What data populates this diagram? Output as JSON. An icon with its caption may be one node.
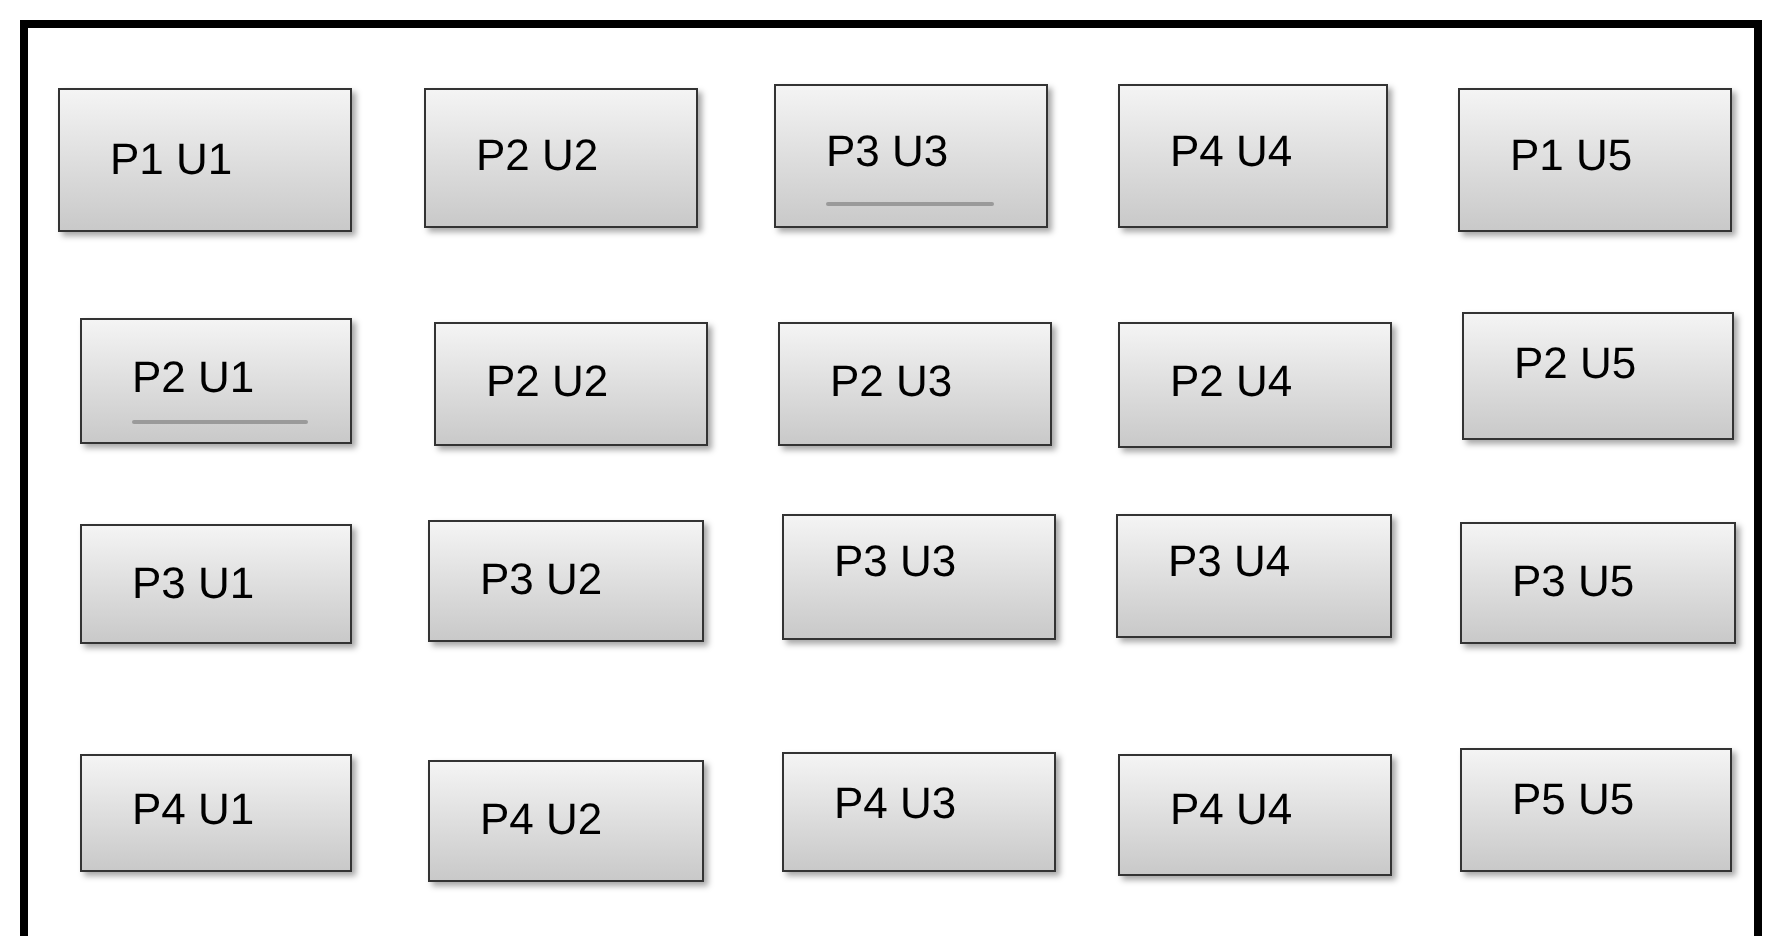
{
  "diagram": {
    "nodes": [
      {
        "text": [],
        "shape": "box"
      },
      {
        "text": [
          "P1 U1"
        ],
        "in": 0
      },
      {
        "text": [
          "P2 U2"
        ],
        "in": 0
      },
      {
        "text": [
          "P3 U3"
        ],
        "in": 0
      },
      {
        "text": [
          "P4 U4"
        ],
        "in": 0
      },
      {
        "text": [
          "P1 U5"
        ],
        "in": 0
      },
      {
        "text": [
          "P2 U1"
        ],
        "in": 0
      },
      {
        "text": [
          "P2 U2"
        ],
        "in": 0
      },
      {
        "text": [
          "P2 U3"
        ],
        "in": 0
      },
      {
        "text": [
          "P2 U4"
        ],
        "in": 0
      },
      {
        "text": [
          "P2 U5"
        ],
        "in": 0
      },
      {
        "text": [
          "P3 U1"
        ],
        "in": 0
      },
      {
        "text": [
          "P3 U2"
        ],
        "in": 0
      },
      {
        "text": [
          "P3 U3"
        ],
        "in": 0
      },
      {
        "text": [
          "P3 U4"
        ],
        "in": 0
      },
      {
        "text": [
          "P3 U5"
        ],
        "in": 0
      },
      {
        "text": [
          "P4 U1"
        ],
        "in": 0
      },
      {
        "text": [
          "P4 U2"
        ],
        "in": 0
      },
      {
        "text": [
          "P4 U3"
        ],
        "in": 0
      },
      {
        "text": [
          "P4 U4"
        ],
        "in": 0
      },
      {
        "text": [
          "P5 U5"
        ],
        "in": 0
      }
    ]
  }
}
